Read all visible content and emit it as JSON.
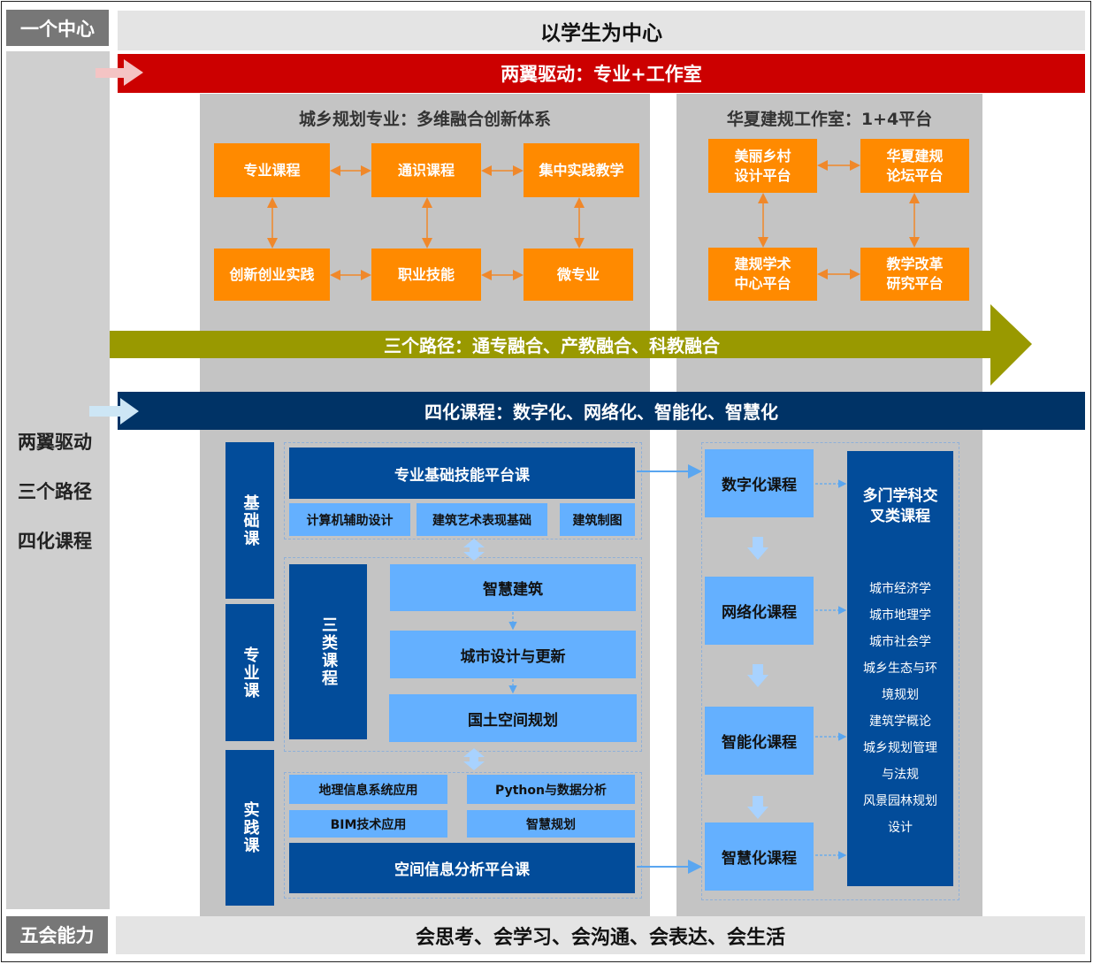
{
  "left_labels": {
    "center": "一个中心",
    "middle": [
      "两翼驱动",
      "三个路径",
      "四化课程"
    ],
    "abilities": "五会能力"
  },
  "header": {
    "title": "以学生为中心"
  },
  "wings_bar": {
    "label": "两翼驱动：专业+工作室",
    "color": "#cc0000"
  },
  "major_panel": {
    "title": "城乡规划专业：多维融合创新体系",
    "items": [
      "专业课程",
      "通识课程",
      "集中实践教学",
      "创新创业实践",
      "职业技能",
      "微专业"
    ]
  },
  "studio_panel": {
    "title": "华夏建规工作室：1+4平台",
    "items": [
      [
        "美丽乡村",
        "设计平台"
      ],
      [
        "华夏建规",
        "论坛平台"
      ],
      [
        "建规学术",
        "中心平台"
      ],
      [
        "教学改革",
        "研究平台"
      ]
    ]
  },
  "paths_arrow": {
    "label": "三个路径：通专融合、产教融合、科教融合",
    "color": "#999900"
  },
  "courses_bar": {
    "label": "四化课程：数字化、网络化、智能化、智慧化",
    "color": "#003366"
  },
  "course_types": {
    "basic": "基础课",
    "major": "专业课",
    "practice": "实践课"
  },
  "basic_group": {
    "platform": "专业基础技能平台课",
    "items": [
      "计算机辅助设计",
      "建筑艺术表现基础",
      "建筑制图"
    ]
  },
  "major_group": {
    "side": "三类课程",
    "items": [
      "智慧建筑",
      "城市设计与更新",
      "国土空间规划"
    ]
  },
  "practice_group": {
    "items": [
      "地理信息系统应用",
      "Python与数据分析",
      "BIM技术应用",
      "智慧规划"
    ],
    "platform": "空间信息分析平台课"
  },
  "four_courses": [
    "数字化课程",
    "网络化课程",
    "智能化课程",
    "智慧化课程"
  ],
  "interdisciplinary": {
    "title": [
      "多门学科交",
      "叉类课程"
    ],
    "items": [
      "城市经济学",
      "城市地理学",
      "城市社会学",
      "城乡生态与环",
      "境规划",
      "建筑学概论",
      "城乡规划管理",
      "与法规",
      "风景园林规划",
      "设计"
    ]
  },
  "footer": {
    "abilities": "会思考、会学习、会沟通、会表达、会生活"
  }
}
